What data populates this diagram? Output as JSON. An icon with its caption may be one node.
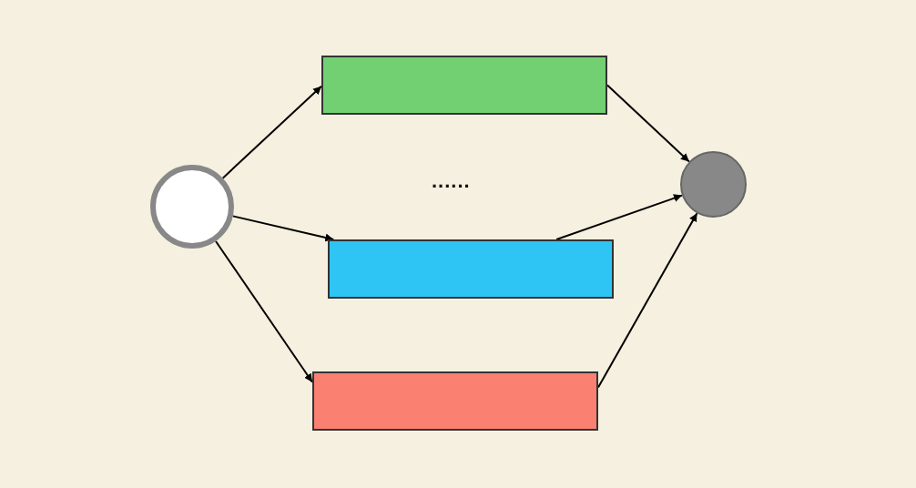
{
  "diagram": {
    "nodes": [
      {
        "text": [],
        "shape": "circle"
      },
      {
        "text": [],
        "shape": "box"
      },
      {
        "text": [],
        "shape": "box"
      },
      {
        "text": [],
        "shape": "box"
      },
      {
        "text": [],
        "shape": "circle"
      }
    ],
    "edges": [
      {
        "from": 0,
        "to": 1,
        "arrow": "to"
      },
      {
        "from": 0,
        "to": 2,
        "arrow": "to"
      },
      {
        "from": 0,
        "to": 3,
        "arrow": "to"
      },
      {
        "from": 1,
        "to": 4,
        "arrow": "to"
      },
      {
        "from": 2,
        "to": 4,
        "arrow": "to"
      },
      {
        "from": 3,
        "to": 4,
        "arrow": "to"
      }
    ],
    "labels": [
      "......"
    ]
  }
}
